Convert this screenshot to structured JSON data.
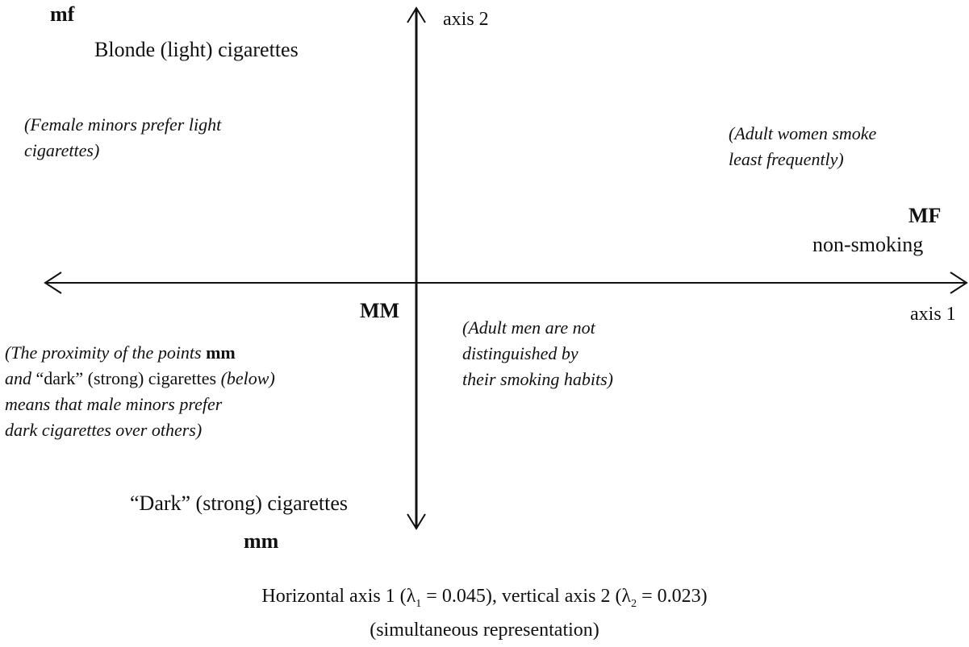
{
  "points": {
    "mf": "mf",
    "MF": "MF",
    "MM": "MM",
    "mm": "mm"
  },
  "axes": {
    "axis1_label": "axis 1",
    "axis2_label": "axis 2"
  },
  "categories": {
    "blonde": "Blonde (light) cigarettes",
    "non_smoking": "non-smoking",
    "dark": "“Dark” (strong) cigarettes"
  },
  "notes": {
    "female_minors": [
      "(Female minors prefer light",
      "cigarettes)"
    ],
    "adult_women": [
      "(Adult women smoke",
      "least frequently)"
    ],
    "adult_men": [
      "(Adult men are not",
      "distinguished by",
      "their smoking habits)"
    ],
    "proximity": {
      "line1_a": "(The proximity of the points ",
      "line1_b": "mm",
      "line2_a": "and ",
      "line2_b": "“dark” (strong) cigarettes ",
      "line2_c": "(below)",
      "line3": "means that male minors prefer",
      "line4": "dark cigarettes over others)"
    }
  },
  "caption": {
    "line1_a": "Horizontal axis 1 (λ",
    "sub1": "1",
    "line1_b": " = 0.045), vertical axis 2 (λ",
    "sub2": "2",
    "line1_c": " = 0.023)",
    "line2": "(simultaneous representation)"
  }
}
